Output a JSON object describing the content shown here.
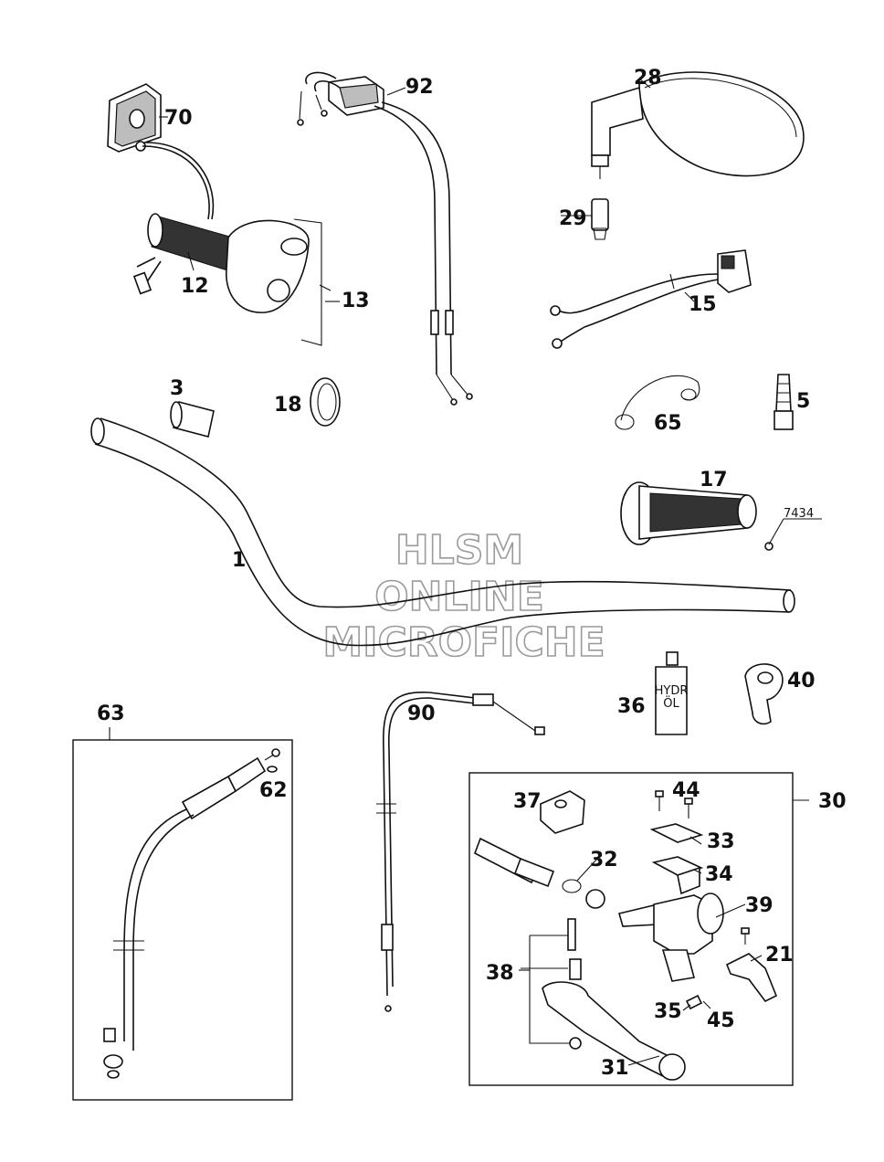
{
  "watermark": {
    "line1": "HLSM",
    "line2": "ONLINE",
    "line3": "MICROFICHE"
  },
  "callouts": {
    "c1": "1",
    "c3": "3",
    "c5": "5",
    "c12": "12",
    "c13": "13",
    "c15": "15",
    "c17": "17",
    "c18": "18",
    "c21": "21",
    "c28": "28",
    "c29": "29",
    "c30": "30",
    "c31": "31",
    "c32": "32",
    "c33": "33",
    "c34": "34",
    "c35": "35",
    "c36": "36",
    "c37": "37",
    "c38": "38",
    "c39": "39",
    "c40": "40",
    "c44": "44",
    "c45": "45",
    "c62": "62",
    "c63": "63",
    "c65": "65",
    "c70": "70",
    "c90": "90",
    "c92": "92",
    "c7434": "7434"
  },
  "bottle_label": {
    "line1": "HYDR",
    "line2": "ÖL"
  }
}
